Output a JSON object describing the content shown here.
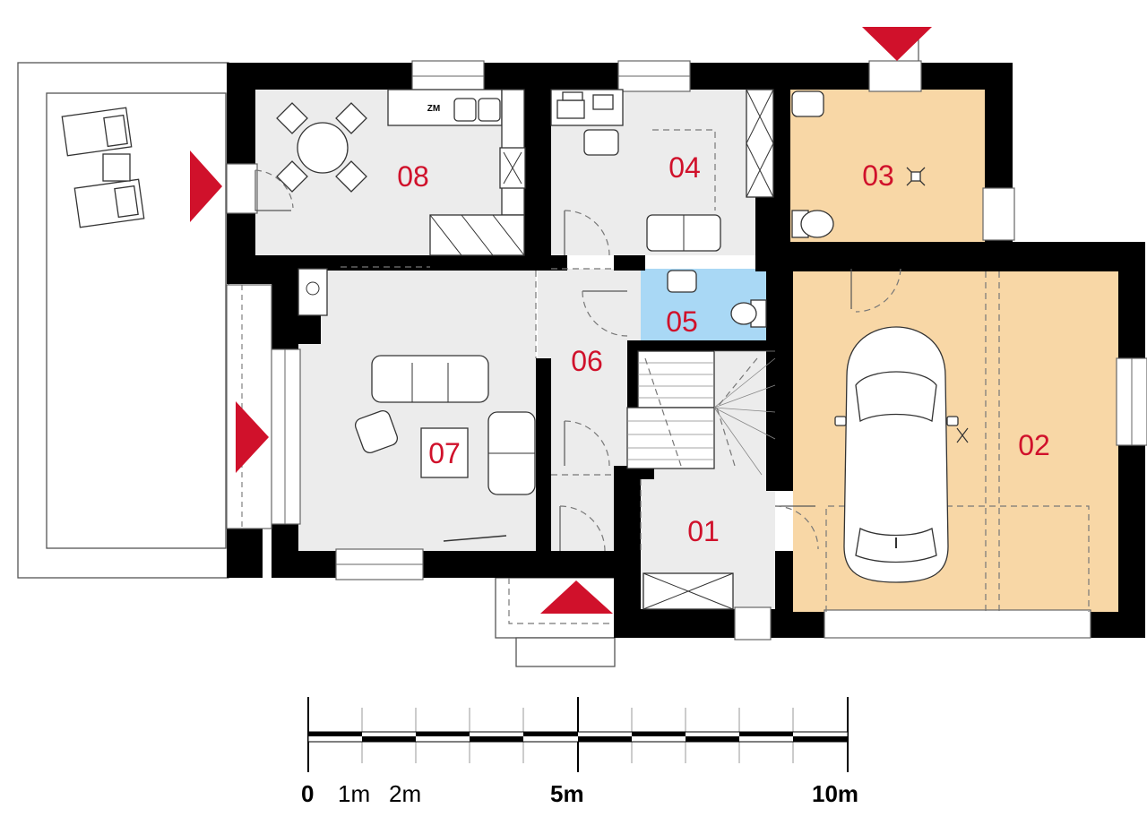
{
  "rooms": [
    {
      "id": "01",
      "label": "01"
    },
    {
      "id": "02",
      "label": "02"
    },
    {
      "id": "03",
      "label": "03"
    },
    {
      "id": "04",
      "label": "04"
    },
    {
      "id": "05",
      "label": "05"
    },
    {
      "id": "06",
      "label": "06"
    },
    {
      "id": "07",
      "label": "07"
    },
    {
      "id": "08",
      "label": "08"
    }
  ],
  "fixtures": {
    "stove_label": "ZM"
  },
  "scale_bar": {
    "labels": [
      "0",
      "1m",
      "2m",
      "5m",
      "10m"
    ]
  },
  "colors": {
    "wall": "#000000",
    "living_floor": "#ececec",
    "garage_floor": "#f8d7a6",
    "bathroom_floor": "#a9d8f5",
    "label_red": "#d0112b",
    "entry_marker": "#d0112b"
  },
  "icons": [
    "entry-arrow-icon",
    "car-icon",
    "sofa-icon",
    "armchair-icon",
    "dining-table-icon",
    "sink-icon",
    "toilet-icon",
    "washbasin-icon",
    "desk-icon",
    "staircase-icon",
    "ceiling-light-icon"
  ]
}
